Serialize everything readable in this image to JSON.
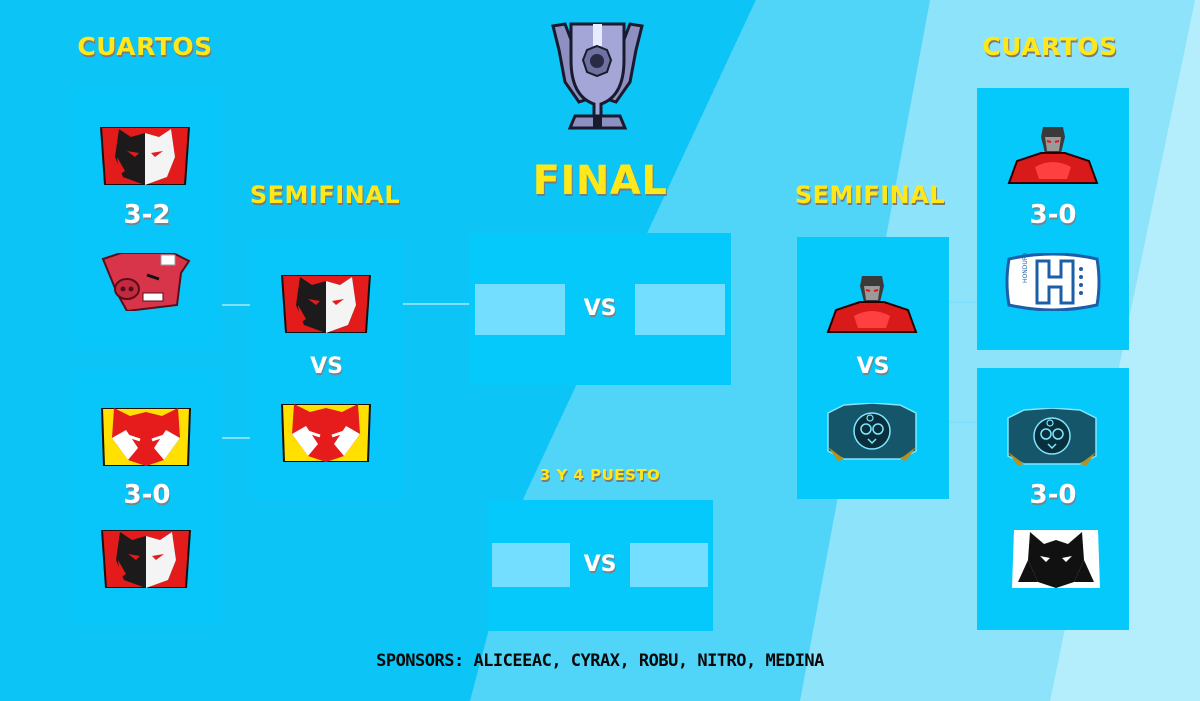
{
  "headings": {
    "left_quarters": "CUARTOS",
    "left_semis": "SEMIFINAL",
    "final": "FINAL",
    "right_semis": "SEMIFINAL",
    "right_quarters": "CUARTOS",
    "third_place": "3 Y 4 PUESTO"
  },
  "trophy": {
    "icon": "trophy-icon"
  },
  "left_quarters": [
    {
      "team_top": "black-red-wolf",
      "team_bottom": "angry-pig",
      "score": "3-2"
    },
    {
      "team_top": "red-yellow-fox",
      "team_bottom": "black-red-wolf",
      "score": "3-0"
    }
  ],
  "left_semi": {
    "team_top": "black-red-wolf",
    "team_bottom": "red-yellow-fox",
    "vs": "VS"
  },
  "final": {
    "team_left": "",
    "team_right": "",
    "vs": "VS"
  },
  "third_place": {
    "team_left": "",
    "team_right": "",
    "vs": "VS"
  },
  "right_semi": {
    "team_top": "red-warrior",
    "team_bottom": "skull-belt",
    "vs": "VS"
  },
  "right_quarters": [
    {
      "team_top": "red-warrior",
      "team_bottom": "honduras-h",
      "score": "3-0"
    },
    {
      "team_top": "skull-belt",
      "team_bottom": "white-wolf",
      "score": "3-0"
    }
  ],
  "sponsors": "SPONSORS: ALICEEAC, CYRAX, ROBU, NITRO, MEDINA",
  "colors": {
    "background": "#0cc4f6",
    "box": "#05c8fb",
    "slot": "#73deff",
    "heading": "#ffe81a",
    "text": "#ffffff"
  }
}
